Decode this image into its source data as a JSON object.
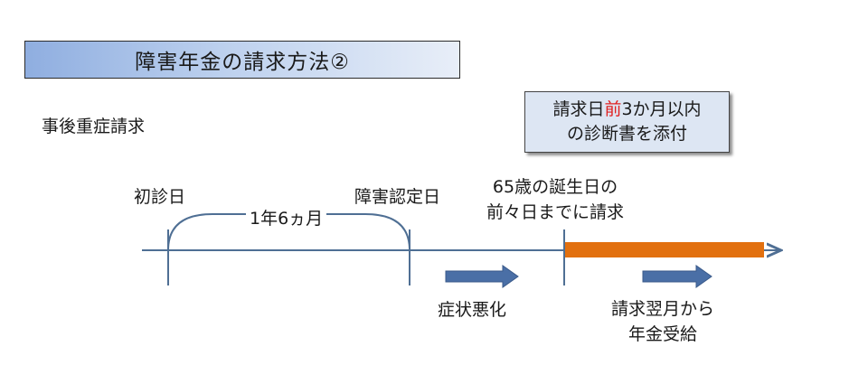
{
  "title": "障害年金の請求方法②",
  "subtitle": "事後重症請求",
  "note": {
    "line1_before": "請求日",
    "line1_highlight": "前",
    "line1_after": "3か月以内",
    "line2": "の診断書を添付"
  },
  "timeline": {
    "first_visit": "初診日",
    "period": "1年6ヵ月",
    "recognition_date": "障害認定日",
    "claim_line1": "65歳の誕生日の",
    "claim_line2": "前々日までに請求",
    "worsening": "症状悪化",
    "payment_line1": "請求翌月から",
    "payment_line2": "年金受給"
  },
  "colors": {
    "axis": "#4f6f94",
    "arrow": "#4a6fa6",
    "pension_bar": "#e2700f"
  }
}
